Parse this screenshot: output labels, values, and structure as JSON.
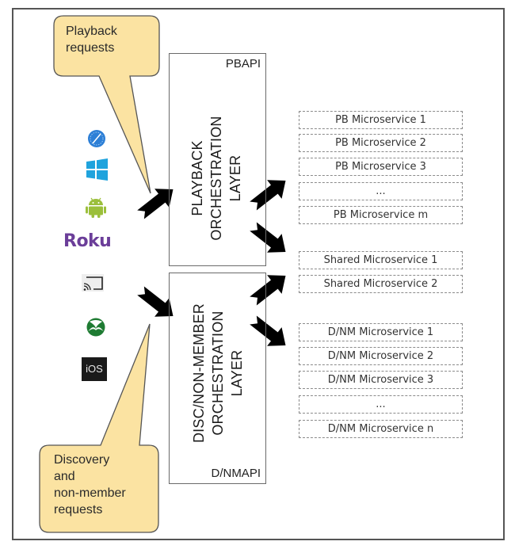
{
  "diagram": {
    "callouts": {
      "playback": {
        "lines": [
          "Playback",
          "requests"
        ]
      },
      "discovery": {
        "lines": [
          "Discovery",
          "and",
          "non-member",
          "requests"
        ]
      }
    },
    "colors": {
      "callout_fill": "#fbe3a2",
      "callout_stroke": "#555555",
      "arrow": "#000000",
      "safari": "#2d7fd6",
      "windows": "#1fa3dd",
      "android": "#9bbf3b",
      "roku": "#6b3e99",
      "xbox": "#1e7b32",
      "ios_bg": "#1a1a1a"
    },
    "devices": [
      {
        "name": "safari-icon"
      },
      {
        "name": "windows-icon"
      },
      {
        "name": "android-icon"
      },
      {
        "name": "roku-logo",
        "label": "Roku"
      },
      {
        "name": "chromecast-icon"
      },
      {
        "name": "xbox-icon"
      },
      {
        "name": "ios-icon",
        "label": "iOS"
      }
    ],
    "layers": {
      "playback": {
        "api": "PBAPI",
        "title_lines": [
          "PLAYBACK",
          "ORCHESTRATION",
          "LAYER"
        ]
      },
      "discovery": {
        "api": "D/NMAPI",
        "title_lines": [
          "DISC/NON-MEMBER",
          "ORCHESTRATION",
          "LAYER"
        ]
      }
    },
    "microservices": {
      "playback": [
        "PB Microservice 1",
        "PB Microservice 2",
        "PB Microservice 3",
        "...",
        "PB Microservice m"
      ],
      "shared": [
        "Shared Microservice 1",
        "Shared Microservice 2"
      ],
      "discovery": [
        "D/NM Microservice 1",
        "D/NM Microservice 2",
        "D/NM Microservice 3",
        "...",
        "D/NM Microservice n"
      ]
    }
  }
}
